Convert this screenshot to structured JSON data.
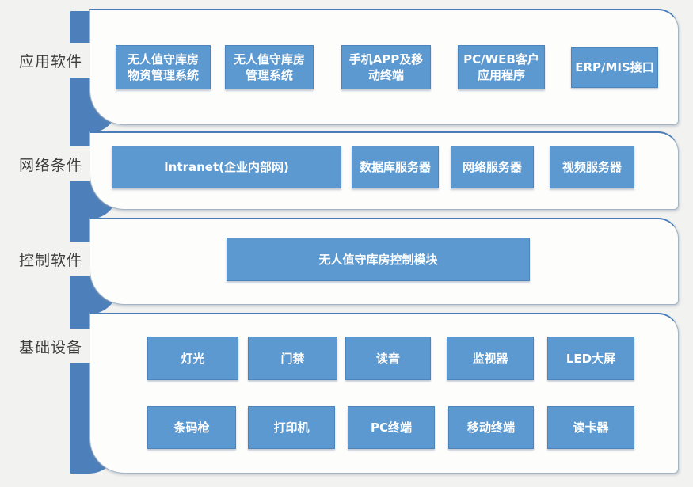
{
  "colors": {
    "box_blue": "#5b99d0",
    "bar_blue": "#4d80ba",
    "panel_border": "#a3b4c6",
    "panel_top_border": "#4a7db8",
    "label_text": "#3d3d3d",
    "box_text": "#ffffff",
    "background": "#f2f2f0"
  },
  "layers": [
    {
      "id": "application-software",
      "label": "应用软件",
      "boxes": [
        "无人值守库房\n物资管理系统",
        "无人值守库房\n管理系统",
        "手机APP及移\n动终端",
        "PC/WEB客户\n应用程序",
        "ERP/MIS接口"
      ]
    },
    {
      "id": "network-conditions",
      "label": "网络条件",
      "boxes": [
        "Intranet(企业内部网)",
        "数据库服务器",
        "网络服务器",
        "视频服务器"
      ]
    },
    {
      "id": "control-software",
      "label": "控制软件",
      "boxes": [
        "无人值守库房控制模块"
      ]
    },
    {
      "id": "basic-equipment",
      "label": "基础设备",
      "boxes": [
        "灯光",
        "门禁",
        "读音",
        "监视器",
        "LED大屏",
        "条码枪",
        "打印机",
        "PC终端",
        "移动终端",
        "读卡器"
      ]
    }
  ]
}
